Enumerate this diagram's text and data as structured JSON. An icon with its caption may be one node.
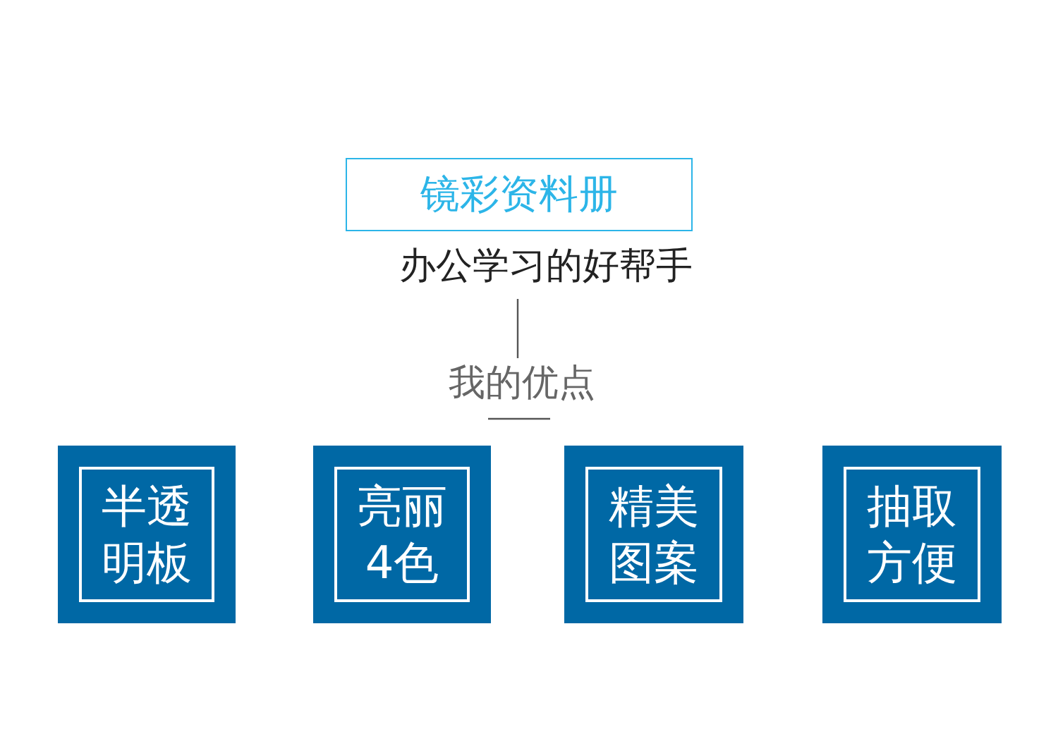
{
  "diagram": {
    "nodes": [
      {
        "text": [
          "镜彩资料册"
        ]
      },
      {
        "text": [
          "办公学习的好帮手"
        ]
      },
      {
        "text": [
          "我的优点"
        ]
      },
      {
        "text": [
          "半透明板"
        ]
      },
      {
        "text": [
          "亮丽4色"
        ]
      },
      {
        "text": [
          "精美图案"
        ]
      },
      {
        "text": [
          "抽取方便"
        ]
      }
    ],
    "edges": [
      {
        "from": 1,
        "to": 2,
        "arrow": "none"
      }
    ]
  }
}
